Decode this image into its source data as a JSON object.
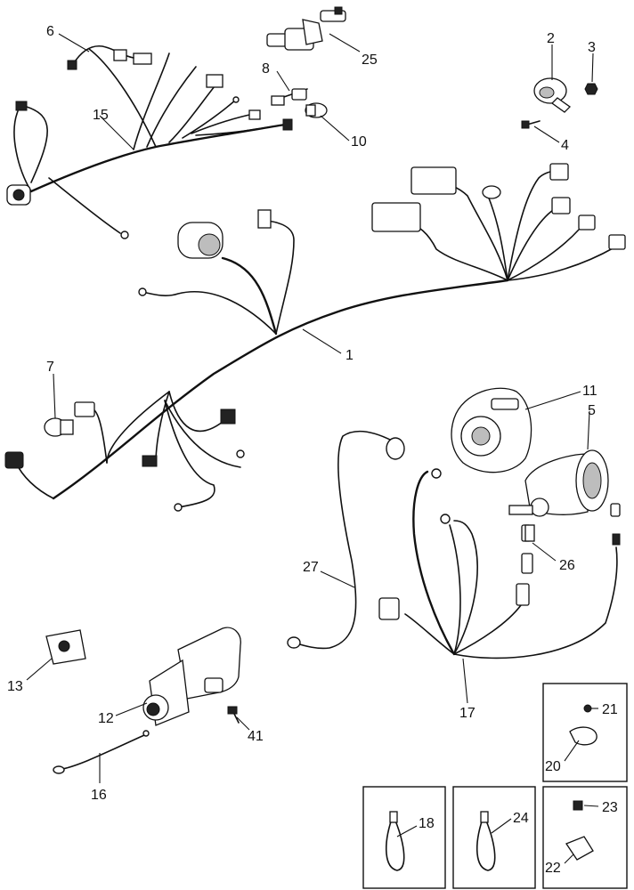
{
  "callouts": {
    "c1": "1",
    "c2": "2",
    "c3": "3",
    "c4": "4",
    "c5": "5",
    "c6": "6",
    "c7": "7",
    "c8": "8",
    "c10": "10",
    "c11": "11",
    "c12": "12",
    "c13": "13",
    "c15": "15",
    "c16": "16",
    "c17": "17",
    "c18": "18",
    "c20": "20",
    "c21": "21",
    "c22": "22",
    "c23": "23",
    "c24": "24",
    "c25": "25",
    "c26": "26",
    "c27": "27",
    "c41": "41"
  }
}
